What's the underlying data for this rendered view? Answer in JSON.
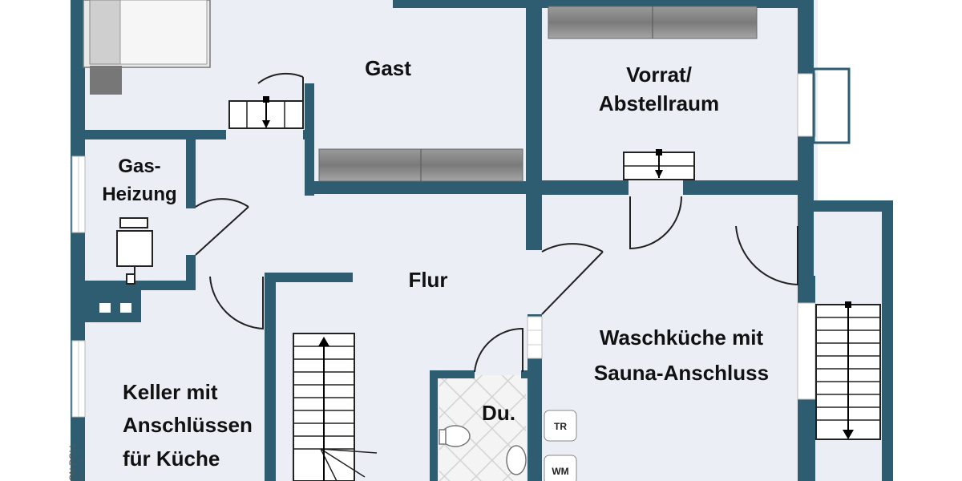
{
  "rooms": {
    "gast": "Gast",
    "vorrat_line1": "Vorrat/",
    "vorrat_line2": "Abstellraum",
    "gas_line1": "Gas-",
    "gas_line2": "Heizung",
    "flur": "Flur",
    "wasch_line1": "Waschküche mit",
    "wasch_line2": "Sauna-Anschluss",
    "du": "Du.",
    "keller_line1": "Keller mit",
    "keller_line2": "Anschlüssen",
    "keller_line3": "für Küche"
  },
  "appliances": {
    "tr": "TR",
    "wm": "WM"
  },
  "watermark": {
    "line1": "ON POLL",
    "line2": "MOBILIEN"
  },
  "colors": {
    "wall": "#2e5d72",
    "floor": "#eceef6",
    "cabinet": "#8a8a8a"
  }
}
